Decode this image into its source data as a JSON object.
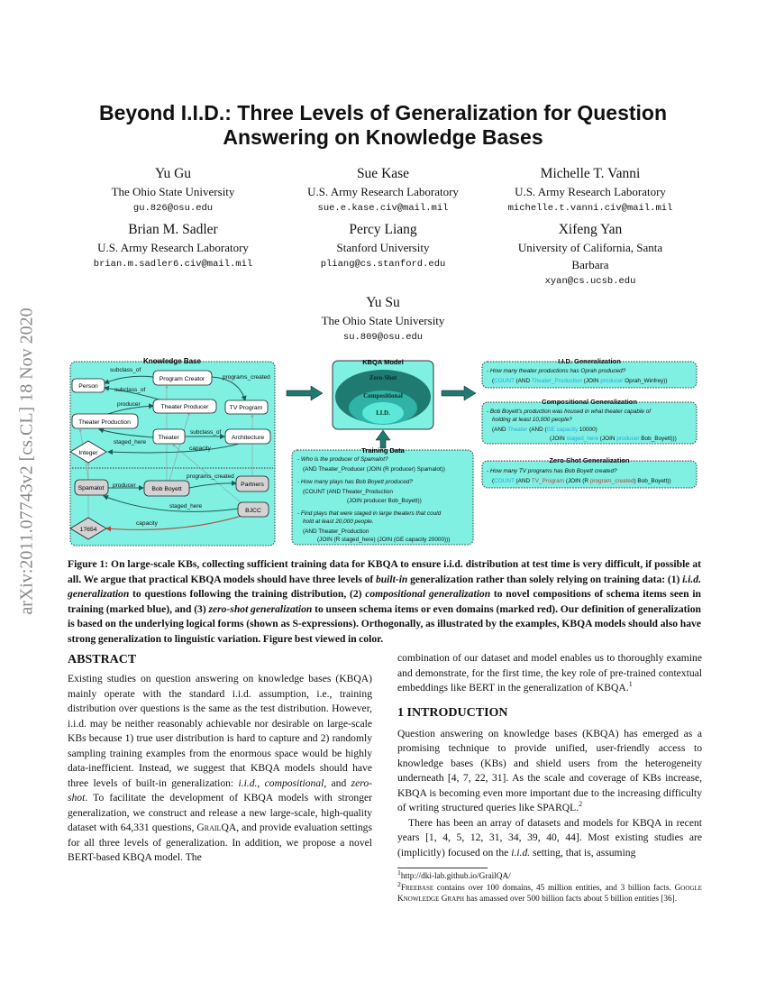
{
  "title": "Beyond I.I.D.: Three Levels of Generalization for Question Answering on Knowledge Bases",
  "arxiv_stamp": "arXiv:2011.07743v2  [cs.CL]  18 Nov 2020",
  "authors": [
    {
      "name": "Yu Gu",
      "affiliation": "The Ohio State University",
      "email": "gu.826@osu.edu"
    },
    {
      "name": "Sue Kase",
      "affiliation": "U.S. Army Research Laboratory",
      "email": "sue.e.kase.civ@mail.mil"
    },
    {
      "name": "Michelle T. Vanni",
      "affiliation": "U.S. Army Research Laboratory",
      "email": "michelle.t.vanni.civ@mail.mil"
    },
    {
      "name": "Brian M. Sadler",
      "affiliation": "U.S. Army Research Laboratory",
      "email": "brian.m.sadler6.civ@mail.mil"
    },
    {
      "name": "Percy Liang",
      "affiliation": "Stanford University",
      "email": "pliang@cs.stanford.edu"
    },
    {
      "name": "Xifeng Yan",
      "affiliation": "University of California, Santa Barbara",
      "email": "xyan@cs.ucsb.edu"
    },
    {
      "name": "Yu Su",
      "affiliation": "The Ohio State University",
      "email": "su.809@osu.edu"
    }
  ],
  "figure": {
    "colors": {
      "panel": "#7ff0e2",
      "edge": "#1d5c57",
      "gray_node": "#d3d3d3",
      "blue": "#2aa8e0",
      "red": "#b5463c",
      "ell_outer": "#1f7a72",
      "ell_mid": "#2fb3a6",
      "ell_inner": "#5ce8d8"
    },
    "kb": {
      "title": "Knowledge Base",
      "nodes": {
        "person": "Person",
        "program_creator": "Program Creator",
        "tv_program": "TV Program",
        "theater_producer": "Theater Producer",
        "theater_production": "Theater Production",
        "theater": "Theater",
        "architecture": "Architecture",
        "integer": "Integer",
        "spamalot": "Spamalot",
        "bob_boyett": "Bob Boyett",
        "partners": "Partners",
        "bjcc": "BJCC",
        "n17654": "17654"
      },
      "edges": {
        "subclass_of_1": "subclass_of",
        "subclass_of_2": "subclass_of",
        "subclass_of_3": "subclass_of",
        "programs_created_1": "programs_created",
        "producer_1": "producer",
        "staged_here_1": "staged_here",
        "capacity_1": "capacity",
        "programs_created_2": "programs_created",
        "producer_2": "producer",
        "staged_here_2": "staged_here",
        "capacity_2": "capacity"
      }
    },
    "model": {
      "title": "KBQA Model",
      "levels": [
        "Zero-Shot",
        "Compositional",
        "I.I.D."
      ]
    },
    "training": {
      "title": "Training Data",
      "items": [
        {
          "q": "Who is the producer of Spamalot?",
          "lf": [
            "(AND Theater_Producer (JOIN (R producer) Spamalot))"
          ]
        },
        {
          "q": "How many plays has Bob Boyett produced?",
          "lf": [
            "(COUNT (AND Theater_Production",
            "(JOIN producer Bob_Boyett))"
          ]
        },
        {
          "q": [
            "Find plays that were staged in large theaters that could",
            "hold at least 20,000 people."
          ],
          "lf": [
            "(AND Theater_Production",
            "(JOIN (R staged_here) (JOIN (GE capacity 20000)))"
          ]
        }
      ]
    },
    "iid": {
      "title": "I.I.D. Generalization",
      "q": "How many theater productions has Oprah produced?",
      "lf": {
        "p1": "(",
        "p2": "COUNT",
        "p3": " (AND ",
        "p4": "Theater_Production",
        "p5": " (JOIN ",
        "p6": "producer",
        "p7": " Oprah_Winfrey))"
      }
    },
    "comp": {
      "title": "Compositional Generalization",
      "q": [
        "Bob Boyett's production was housed in what theater capable of",
        "holding at least 10,000 people?"
      ],
      "lf": {
        "p1": "(AND ",
        "p2": "Theater",
        "p3": " (AND (",
        "p4": "GE capacity",
        "p5": " 10000)",
        "p6": "(JOIN ",
        "p7": "staged_here",
        "p8": " (JOIN ",
        "p9": "producer",
        "p10": " Bob_Boyett)))"
      }
    },
    "zero": {
      "title": "Zero-Shot Generalization",
      "q": "How many TV programs has Bob Boyett created?",
      "lf": {
        "p1": "(",
        "p2": "COUNT",
        "p3": " (AND ",
        "p4": "TV_Program",
        "p5": " (JOIN (R ",
        "p6": "program_created",
        "p7": ") Bob_Boyett))"
      }
    }
  },
  "caption": {
    "a": "Figure 1: On large-scale KBs, collecting sufficient training data for KBQA to ensure i.i.d. distribution at test time is very difficult, if possible at all. We argue that practical KBQA models should have three levels of ",
    "b": "built-in",
    "c": " generalization rather than solely relying on training data: (1) ",
    "d": "i.i.d. generalization",
    "e": " to questions following the training distribution, (2) ",
    "f": "compositional generalization",
    "g": " to novel compositions of schema items seen in training (marked blue), and (3) ",
    "h": "zero-shot generalization",
    "i": " to unseen schema items or even domains (marked red). Our definition of generalization is based on the underlying logical forms (shown as S-expressions). Orthogonally, as illustrated by the examples, KBQA models should also have strong generalization to linguistic variation. Figure best viewed in color."
  },
  "abstract": {
    "heading": "ABSTRACT",
    "a": "Existing studies on question answering on knowledge bases (KBQA) mainly operate with the standard i.i.d. assumption, i.e., training distribution over questions is the same as the test distribution. However, i.i.d. may be neither reasonably achievable nor desirable on large-scale KBs because 1) true user distribution is hard to capture and 2) randomly sampling training examples from the enormous space would be highly data-inefficient. Instead, we suggest that KBQA models should have three levels of built-in generalization: ",
    "b": "i.i.d.",
    "c": ", ",
    "d": "compositional",
    "e": ", and ",
    "f": "zero-shot",
    "g": ". To facilitate the development of KBQA models with stronger generalization, we construct and release a new large-scale, high-quality dataset with 64,331 questions, ",
    "h": "GrailQA",
    "i": ", and provide evaluation settings for all three levels of generalization. In addition, we propose a novel BERT-based KBQA model. The"
  },
  "right": {
    "cont": "combination of our dataset and model enables us to thoroughly examine and demonstrate, for the first time, the key role of pre-trained contextual embeddings like BERT in the generalization of KBQA.",
    "cont_fn": "1",
    "intro_heading": "1   INTRODUCTION",
    "p1": "Question answering on knowledge bases (KBQA) has emerged as a promising technique to provide unified, user-friendly access to knowledge bases (KBs) and shield users from the heterogeneity underneath [4, 7, 22, 31]. As the scale and coverage of KBs increase, KBQA is becoming even more important due to the increasing difficulty of writing structured queries like SPARQL.",
    "p1_fn": "2",
    "p2a": "There has been an array of datasets and models for KBQA in recent years [1, 4, 5, 12, 31, 34, 39, 40, 44]. Most existing studies are (implicitly) focused on the ",
    "p2b": "i.i.d.",
    "p2c": " setting, that is, assuming",
    "fn1_mark": "1",
    "fn1": "http://dki-lab.github.io/GrailQA/",
    "fn2_mark": "2",
    "fn2a": "Freebase",
    "fn2b": " contains over 100 domains, 45 million entities, and 3 billion facts. ",
    "fn2c": "Google Knowledge Graph",
    "fn2d": " has amassed over 500 billion facts about 5 billion entities [36]."
  }
}
